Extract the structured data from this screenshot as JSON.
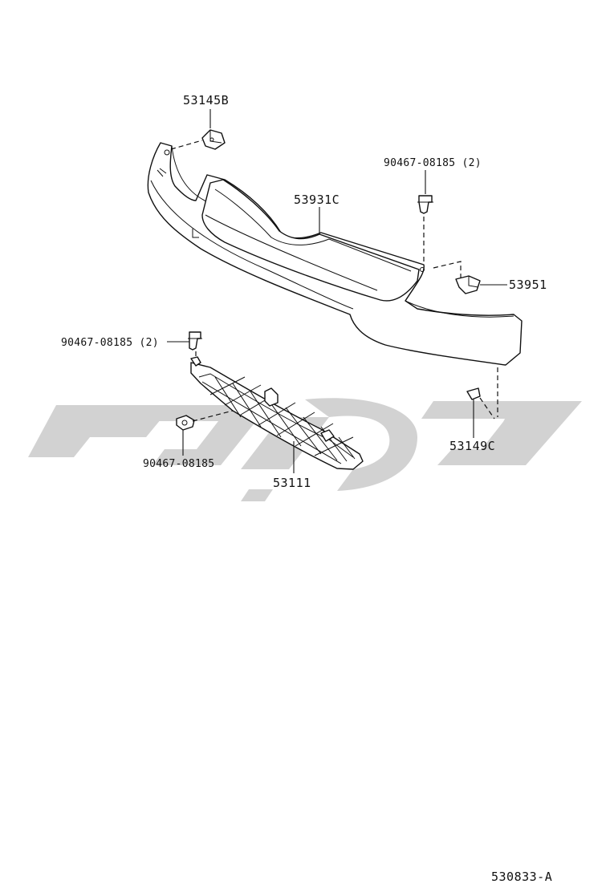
{
  "parts": {
    "p53145b": "53145B",
    "p90467_top_right": "90467-08185 (2)",
    "p53931c": "53931C",
    "p53951": "53951",
    "p90467_left": "90467-08185 (2)",
    "p90467_bottom": "90467-08185",
    "p53111": "53111",
    "p53149c": "53149C"
  },
  "diagram_code": "530833-A",
  "colors": {
    "line": "#111111",
    "watermark": "#d2d2d2",
    "background": "#ffffff"
  }
}
